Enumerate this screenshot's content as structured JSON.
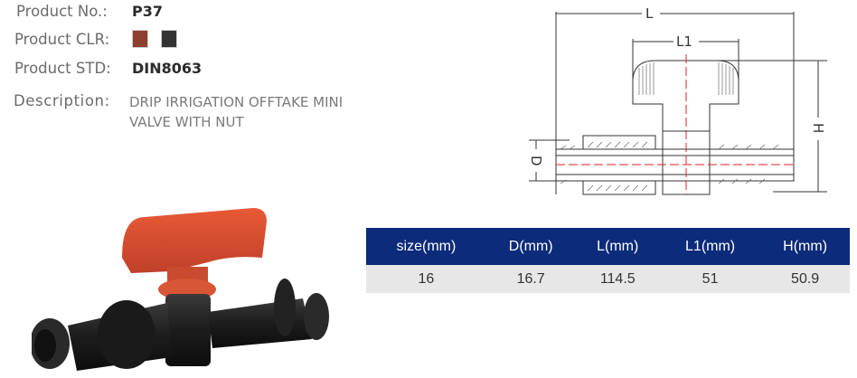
{
  "product": {
    "number_label": "Product No.:",
    "number_value": "P37",
    "color_label": "Product CLR:",
    "colors": [
      "#8e3f30",
      "#333333"
    ],
    "std_label": "Product STD:",
    "std_value": "DIN8063",
    "description_label": "Description:",
    "description_line1": "DRIP IRRIGATION OFFTAKE MINI",
    "description_line2": "VALVE WITH NUT"
  },
  "drawing": {
    "dim_L": "L",
    "dim_L1": "L1",
    "dim_H": "H",
    "dim_D": "D"
  },
  "spec_table": {
    "headers": [
      "size(mm)",
      "D(mm)",
      "L(mm)",
      "L1(mm)",
      "H(mm)"
    ],
    "rows": [
      [
        "16",
        "16.7",
        "114.5",
        "51",
        "50.9"
      ]
    ],
    "header_color": "#0c2b7a"
  }
}
